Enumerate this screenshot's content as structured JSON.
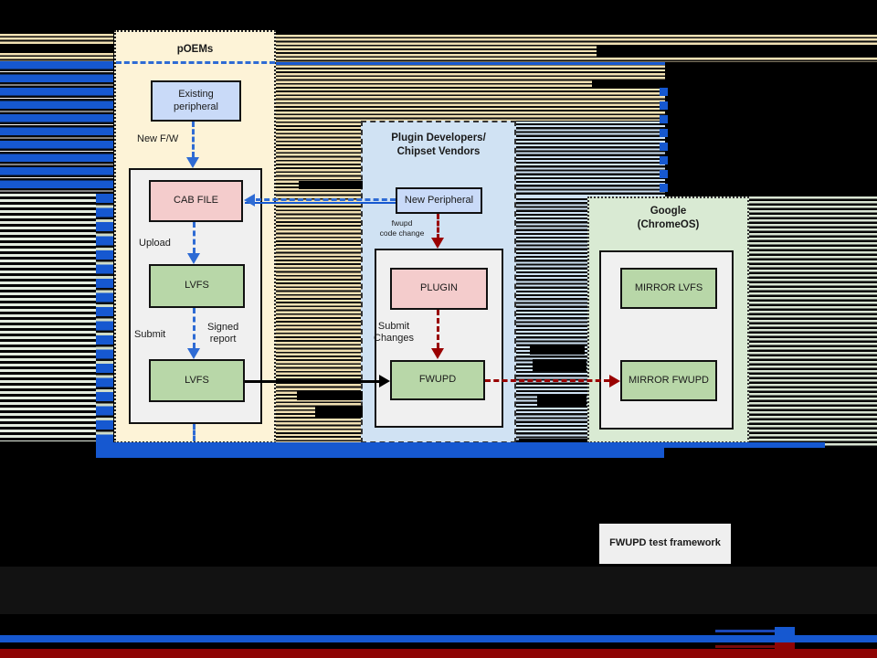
{
  "panels": {
    "poems": {
      "title": "pOEMs"
    },
    "plugin": {
      "title": "Plugin Developers/\nChipset Vendors"
    },
    "google": {
      "title": "Google\n(ChromeOS)"
    }
  },
  "nodes": {
    "existing_peripheral": "Existing\nperipheral",
    "cab_file": "CAB FILE",
    "lvfs_upper": "LVFS",
    "lvfs_lower": "LVFS",
    "new_peripheral": "New Peripheral",
    "plugin": "PLUGIN",
    "fwupd": "FWUPD",
    "mirror_lvfs": "MIRROR LVFS",
    "mirror_fwupd": "MIRROR FWUPD",
    "fwupd_test_framework": "FWUPD test framework"
  },
  "labels": {
    "new_fw": "New F/W",
    "upload": "Upload",
    "submit": "Submit",
    "signed_report": "Signed\nreport",
    "fwupd_code_change": "fwupd\ncode change",
    "submit_changes": "Submit\nChanges"
  },
  "colors": {
    "panel_poems": "#fdf3d7",
    "panel_plugin": "#d0e2f3",
    "panel_google": "#d9ead3",
    "node_peripheral_blue": "#c9daf8",
    "node_pink": "#f4cccc",
    "node_green": "#b8d7a8",
    "container_gray": "#f0f0f0",
    "arrow_blue": "#2e6bd4",
    "arrow_red": "#990000",
    "arrow_black": "#000000",
    "stripe_blue": "#1658d0",
    "stripe_cream": "#f2e1b3",
    "stripe_lightblue": "#cfe2f3",
    "stripe_green": "#e3ecdf",
    "bottom_bar_blue": "#1658d0",
    "bottom_bar_red": "#8e0404"
  }
}
